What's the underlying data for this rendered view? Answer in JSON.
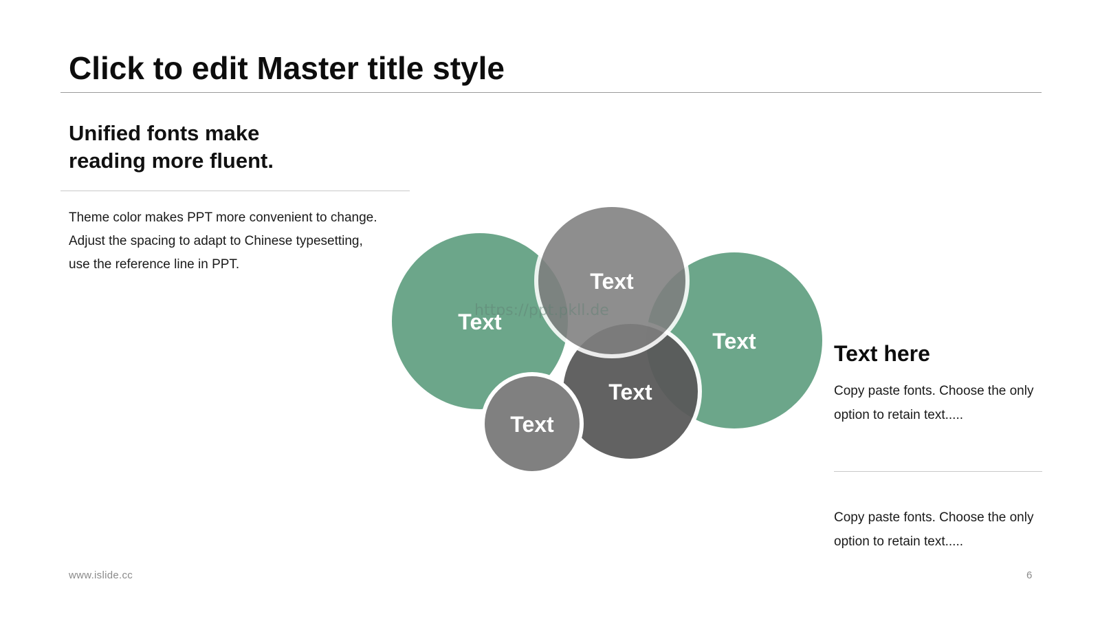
{
  "slide": {
    "title": "Click to edit Master title style",
    "subheading_lines": [
      "Unified fonts make",
      "reading more fluent."
    ],
    "body_lines": [
      "Theme color makes PPT more convenient to change.",
      "Adjust the spacing to adapt to Chinese typesetting,",
      "use the reference line in PPT."
    ],
    "diagram": {
      "bubbles": [
        {
          "label": "Text",
          "color": "#5f9e80"
        },
        {
          "label": "Text",
          "color": "#5f9e80"
        },
        {
          "label": "Text",
          "color": "#5a5a5a"
        },
        {
          "label": "Text",
          "color": "#7f7f7f"
        },
        {
          "label": "Text",
          "color": "#808080"
        }
      ],
      "watermark": "https://ppt.pkll.de"
    },
    "right_panel": {
      "heading": "Text here",
      "text_one": "Copy paste fonts. Choose the only option to retain text.....",
      "text_two": "Copy paste fonts. Choose the only option to retain text....."
    },
    "footer": {
      "website": "www.islide.cc",
      "page_number": "6"
    }
  },
  "colors": {
    "accent_green": "#5f9e80",
    "gray_dark": "#5a5a5a",
    "gray_mid": "#808080"
  }
}
